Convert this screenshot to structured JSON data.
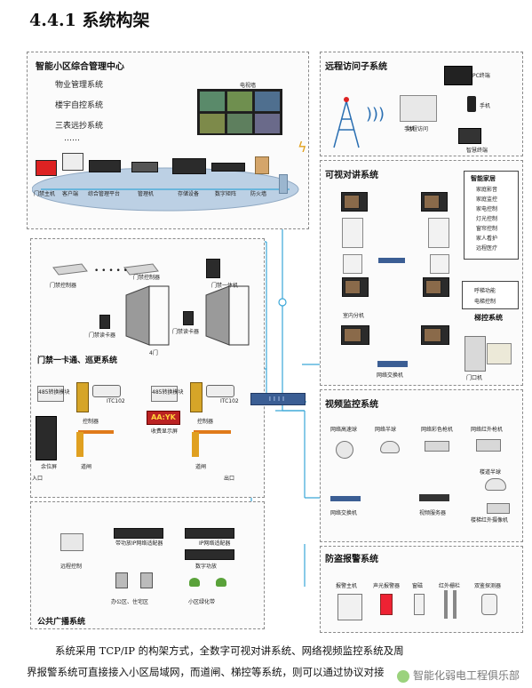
{
  "heading": "4.4.1 系统构架",
  "center": {
    "title": "智能小区综合管理中心",
    "systems": [
      "物业管理系统",
      "楼宇自控系统",
      "三表远抄系统",
      "……"
    ],
    "tv_wall": "电视墙",
    "devices": [
      "门禁主机",
      "客户端",
      "综合管理平台",
      "管理机",
      "存储设备",
      "数字矩阵",
      "防火墙"
    ]
  },
  "remote": {
    "title": "远程访问子系统",
    "labels": [
      "PC终端",
      "手机",
      "远程访问",
      "智慧终端"
    ]
  },
  "intercom": {
    "title": "可视对讲系统",
    "smart_home_title": "智能家居",
    "smart_home_items": [
      "家庭影音",
      "家庭监控",
      "家电控制",
      "灯光控制",
      "窗帘控制",
      "家人看护",
      "远程医疗"
    ],
    "elevator_items": [
      "呼梯功能",
      "电梯控制"
    ],
    "elevator_title": "梯控系统",
    "labels": [
      "室内分机",
      "网络交换机",
      "门口机"
    ]
  },
  "access": {
    "title": "门禁一卡通、巡更系统",
    "labels": [
      "门禁控制器",
      "门禁控制器",
      "门禁一体机",
      "门禁读卡器",
      "门禁读卡器",
      "4门"
    ]
  },
  "parking": {
    "labels": [
      "485转换模块",
      "ITC102",
      "控制器",
      "收费显示屏",
      "道闸",
      "入口",
      "余位屏",
      "485转换模块",
      "ITC102",
      "控制器",
      "道闸",
      "出口"
    ],
    "display_text": "AA:YK"
  },
  "broadcast": {
    "title": "公共广播系统",
    "labels": [
      "远程控制",
      "带功放IP网络适配器",
      "IP网络适配器",
      "数字功放",
      "办公区、住宅区",
      "小区绿化带"
    ]
  },
  "video": {
    "title": "视频监控系统",
    "labels": [
      "网络高速球",
      "网络半球",
      "网络彩色枪机",
      "网络红外枪机",
      "网络交换机",
      "视频服务器",
      "楼道半球",
      "楼梯红外摄像机"
    ]
  },
  "alarm": {
    "title": "防盗报警系统",
    "labels": [
      "报警主机",
      "声光报警器",
      "窗磁",
      "红外栅栏",
      "双鉴探测器"
    ]
  },
  "switch_label": "IIII",
  "body_text": [
    "系统采用 TCP/IP 的构架方式，全数字可视对讲系统、网络视频监控系统及周",
    "界报警系统可直接接入小区局域网，而道闸、梯控等系统，则可以通过协议对接"
  ],
  "watermark": "智能化弱电工程俱乐部",
  "colors": {
    "network_line": "#3aa7d8",
    "switch": "#3b5e94",
    "ellipse": "#bcd0e4"
  }
}
